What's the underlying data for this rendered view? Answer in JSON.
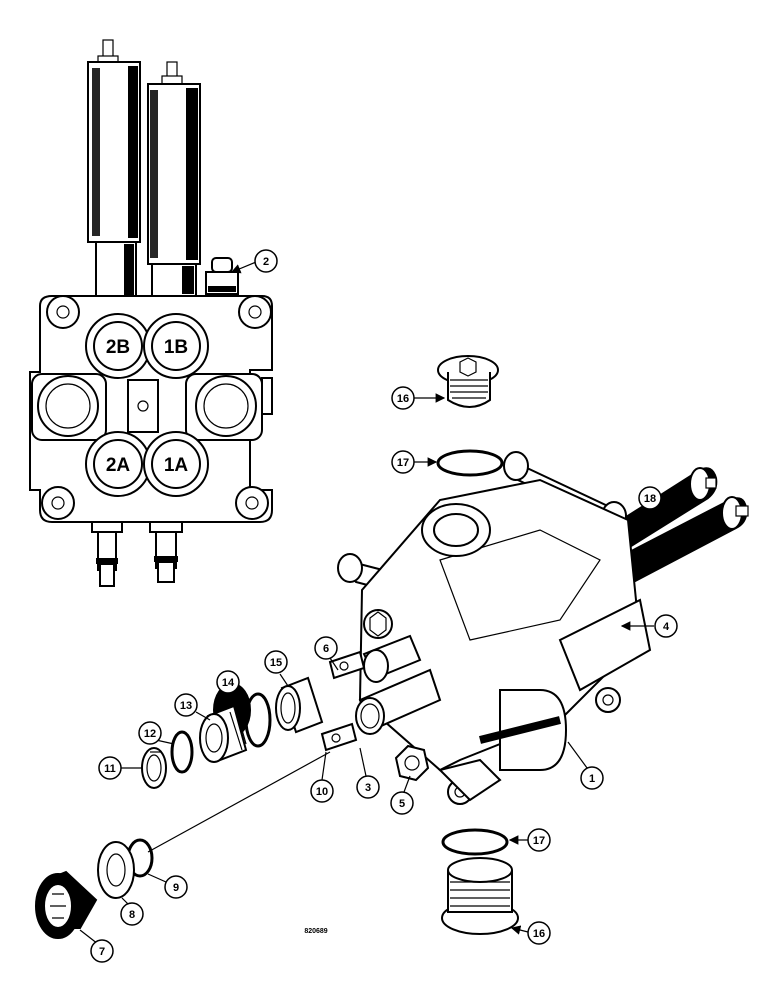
{
  "ports": [
    "2B",
    "1B",
    "2A",
    "1A"
  ],
  "callouts": [
    "1",
    "2",
    "3",
    "4",
    "5",
    "6",
    "7",
    "8",
    "9",
    "10",
    "11",
    "12",
    "13",
    "14",
    "15",
    "16",
    "17",
    "18"
  ],
  "callouts_dup": {
    "16b": "16",
    "17b": "17"
  },
  "reference_number": "820689",
  "colors": {
    "ink": "#000000",
    "paper": "#ffffff"
  }
}
